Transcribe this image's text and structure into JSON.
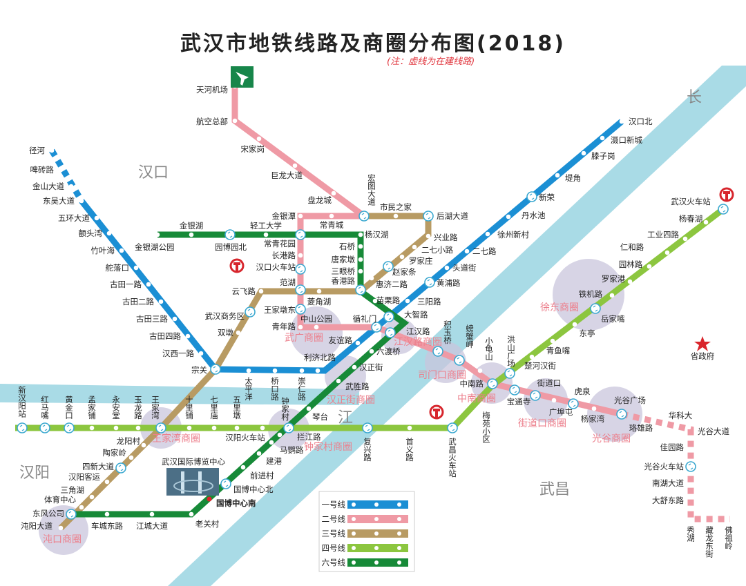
{
  "title": "武汉市地铁线路及商圈分布图(2018)",
  "note": "(注：虚线为在建线路)",
  "regions": [
    "汉口",
    "汉阳",
    "武昌",
    "长",
    "江"
  ],
  "colors": {
    "line1": "#1b8fd4",
    "line2": "#ef9aa5",
    "line3": "#b89b63",
    "line4": "#8cc63f",
    "line6": "#178a38",
    "river": "#a9dbe6",
    "biz": "#c9c6dc",
    "rail": "#d7262d"
  },
  "lines": [
    {
      "name": "一号线",
      "color": "#1b8fd4",
      "stations": [
        "径河",
        "啤砖路",
        "金山大道",
        "东吴大道",
        "五环大道",
        "额头湾",
        "竹叶海",
        "舵落口",
        "古田一路",
        "古田二路",
        "古田三路",
        "古田四路",
        "汉西一路",
        "宗关",
        "太平洋",
        "桥口路",
        "崇仁路",
        "利济北路",
        "友谊路",
        "循礼门",
        "大智路",
        "三阳路",
        "黄浦路",
        "头道街",
        "二七路",
        "徐州新村",
        "丹水池",
        "新荣",
        "堤角",
        "滕子岗",
        "滠口新城",
        "汉口北"
      ]
    },
    {
      "name": "二号线",
      "color": "#ef9aa5",
      "stations": [
        "天河机场",
        "航空总部",
        "宋家岗",
        "巨龙大道",
        "盘龙城",
        "宏图大道",
        "常青城",
        "金银潭",
        "常青花园",
        "长港路",
        "汉口火车站",
        "范湖",
        "王家墩东",
        "青年路",
        "中山公园",
        "江汉路",
        "积玉桥",
        "螃蟹岬",
        "小龟山",
        "中南路",
        "宝通寺",
        "街道口",
        "广埠屯",
        "虎泉",
        "杨家湾",
        "光谷广场",
        "珞雄路",
        "华科大",
        "光谷大道",
        "佳园路",
        "光谷火车站",
        "南湖大道",
        "大舒东路",
        "秀湖",
        "藏龙东街",
        "佛祖岭"
      ]
    },
    {
      "name": "三号线",
      "color": "#b89b63",
      "stations": [
        "沌阳大道",
        "东风公司",
        "体育中心",
        "三角湖",
        "汉阳客运",
        "四新大道",
        "陶家岭",
        "龙阳村",
        "双墩",
        "武汉商务区",
        "云飞路",
        "菱角湖",
        "惠济二路",
        "赵家条",
        "罗家庄",
        "二七小路",
        "兴业路",
        "后湖大道",
        "市民之家"
      ]
    },
    {
      "name": "四号线",
      "color": "#8cc63f",
      "stations": [
        "新汉阳站",
        "红马嘴",
        "黄金口",
        "孟家铺",
        "永安堂",
        "玉龙路",
        "王家湾",
        "十里铺",
        "七里庙",
        "五里墩",
        "汉阳火车站",
        "钟家村",
        "复兴路",
        "首义路",
        "武昌火车站",
        "梅苑小区",
        "洪山广场",
        "楚河汉街",
        "青鱼嘴",
        "东亭",
        "岳家嘴",
        "铁机路",
        "罗家港",
        "园林路",
        "仁和路",
        "工业四路",
        "杨春湖",
        "武汉火车站"
      ]
    },
    {
      "name": "六号线",
      "color": "#178a38",
      "stations": [
        "金银湖公园",
        "金银湖",
        "园博园北",
        "轻工大学",
        "杨汉湖",
        "石桥",
        "唐家墩",
        "三眼桥",
        "香港路",
        "苗栗路",
        "六渡桥",
        "汉正街",
        "武胜路",
        "琴台",
        "拦江路",
        "马鹦路",
        "建港",
        "前进村",
        "国博中心北",
        "国博中心南",
        "老关村",
        "江城大道",
        "车城东路"
      ]
    }
  ],
  "districts": [
    "武广商圈",
    "汉正街商圈",
    "江汉路商圈",
    "王家湾商圈",
    "钟家村商圈",
    "沌口商圈",
    "司门口商圈",
    "中南商圈",
    "街道口商圈",
    "光谷商圈",
    "徐东商圈"
  ],
  "landmarks": {
    "gov": "省政府",
    "expo": "武汉国际博览中心"
  },
  "legend": [
    "一号线",
    "二号线",
    "三号线",
    "四号线",
    "六号线"
  ]
}
